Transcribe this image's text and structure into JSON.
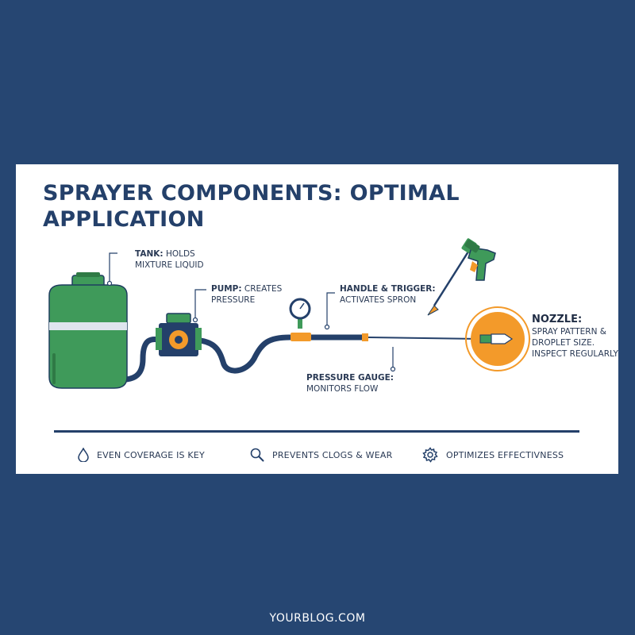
{
  "title": "SPRAYER COMPONENTS: OPTIMAL APPLICATION",
  "components": {
    "tank": {
      "name": "TANK:",
      "desc_1": "HOLDS",
      "desc_2": "MIXTURE LIQUID"
    },
    "pump": {
      "name": "PUMP:",
      "desc_1": "CREATES",
      "desc_2": "PRESSURE"
    },
    "handle": {
      "name": "HANDLE & TRIGGER:",
      "desc": "ACTIVATES SPRON"
    },
    "gauge": {
      "name": "PRESSURE GAUGE:",
      "desc": "MONITORS FLOW"
    },
    "nozzle": {
      "name": "NOZZLE:",
      "desc_1": "SPRAY PATTERN &",
      "desc_2": "DROPLET SIZE.",
      "desc_3": "INSPECT REGULARLY"
    }
  },
  "benefits": [
    {
      "icon": "droplet-icon",
      "label": "EVEN COVERAGE IS KEY"
    },
    {
      "icon": "magnifier-icon",
      "label": "PREVENTS CLOGS & WEAR"
    },
    {
      "icon": "gear-icon",
      "label": "OPTIMIZES EFFECTIVNESS"
    }
  ],
  "footer": "YOURBLOG.COM",
  "colors": {
    "background": "#264672",
    "navy": "#24406a",
    "green": "#3f9a5a",
    "dark_green": "#2f7a45",
    "orange": "#f39a2a"
  }
}
